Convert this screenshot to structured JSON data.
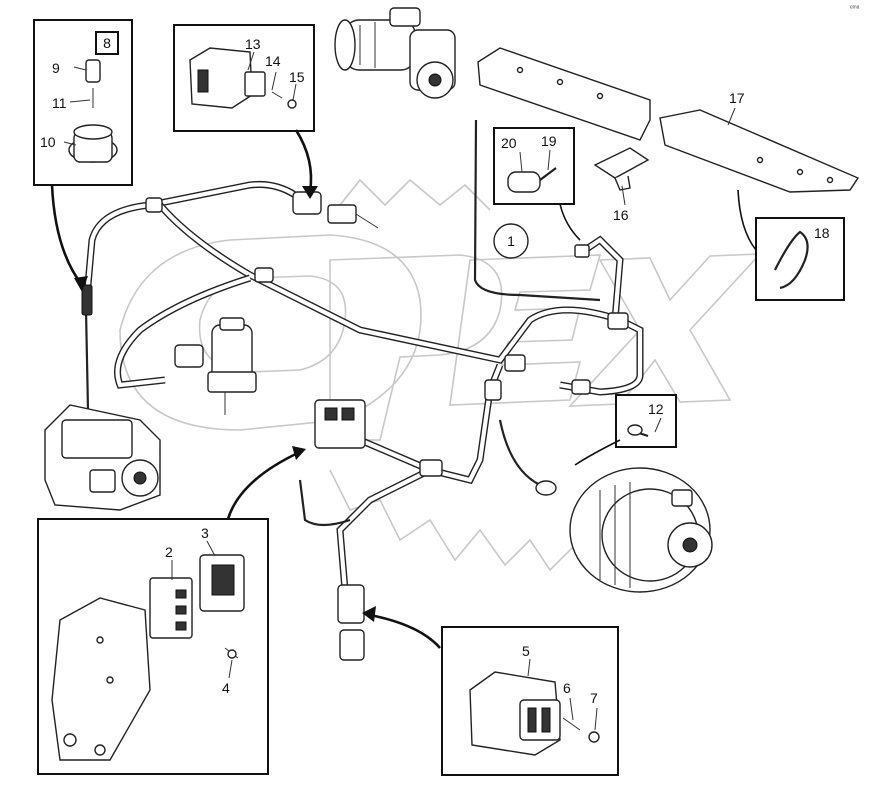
{
  "corner_mark": "ᵉᵐᵃ",
  "center_ref": "1",
  "callouts": {
    "n2": "2",
    "n3": "3",
    "n4": "4",
    "n5": "5",
    "n6": "6",
    "n7": "7",
    "n8": "8",
    "n9": "9",
    "n10": "10",
    "n11": "11",
    "n12": "12",
    "n13": "13",
    "n14": "14",
    "n15": "15",
    "n16": "16",
    "n17": "17",
    "n18": "18",
    "n19": "19",
    "n20": "20"
  },
  "watermark": "OPEX",
  "colors": {
    "line": "#222222",
    "watermark": "#c8c8c8",
    "background": "#ffffff"
  }
}
